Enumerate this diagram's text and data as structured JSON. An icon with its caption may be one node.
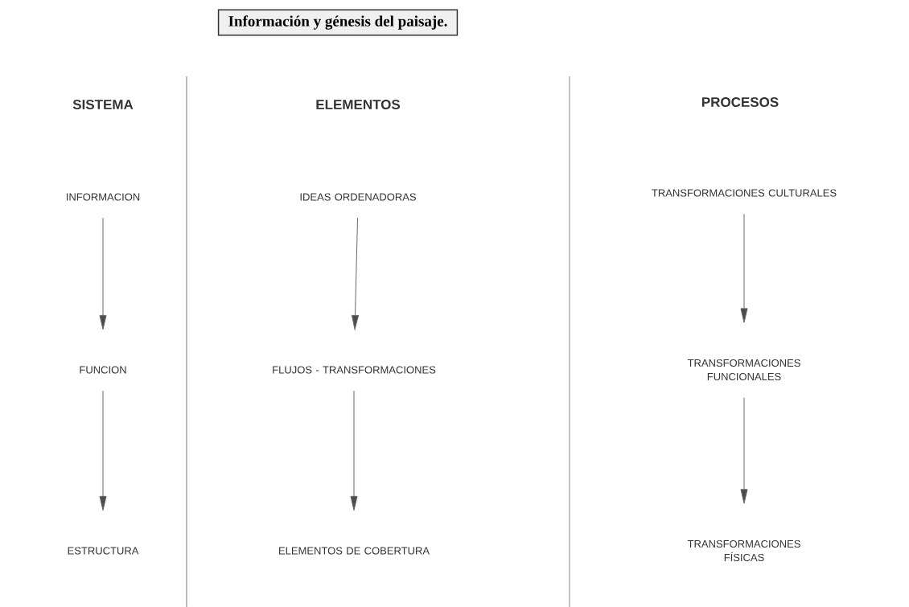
{
  "diagram": {
    "title": "Información y génesis del paisaje.",
    "nodes": [
      {
        "text": [
          "INFORMACION"
        ]
      },
      {
        "text": [
          "FUNCION"
        ]
      },
      {
        "text": [
          "ESTRUCTURA"
        ]
      },
      {
        "text": [
          "IDEAS ORDENADORAS"
        ]
      },
      {
        "text": [
          "FLUJOS - TRANSFORMACIONES"
        ]
      },
      {
        "text": [
          "ELEMENTOS DE COBERTURA"
        ]
      },
      {
        "text": [
          "TRANSFORMACIONES CULTURALES"
        ]
      },
      {
        "text": [
          "TRANSFORMACIONES FUNCIONALES"
        ]
      },
      {
        "text": [
          "TRANSFORMACIONES FÍSICAS"
        ]
      }
    ],
    "edges": [
      {
        "from": 0,
        "to": 1,
        "arrow": "to"
      },
      {
        "from": 1,
        "to": 2,
        "arrow": "to"
      },
      {
        "from": 3,
        "to": 4,
        "arrow": "to"
      },
      {
        "from": 4,
        "to": 5,
        "arrow": "to"
      },
      {
        "from": 6,
        "to": 7,
        "arrow": "to"
      },
      {
        "from": 7,
        "to": 8,
        "arrow": "to"
      }
    ],
    "labels": [
      "SISTEMA",
      "ELEMENTOS",
      "PROCESOS"
    ]
  }
}
